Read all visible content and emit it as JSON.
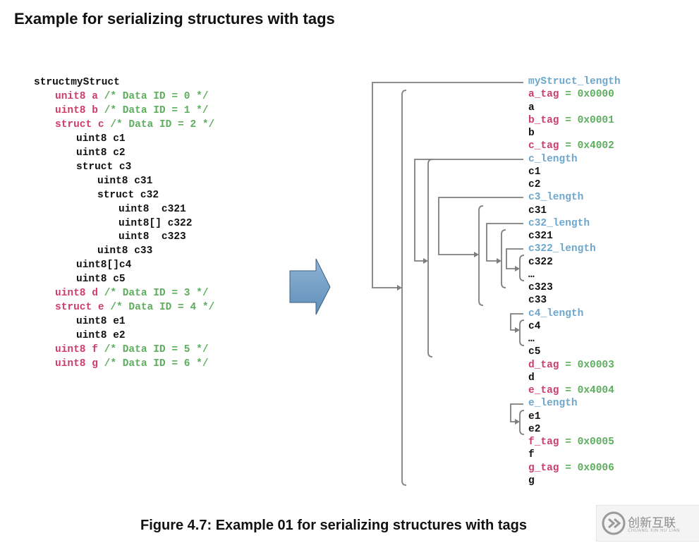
{
  "title": "Example for serializing structures with tags",
  "caption": "Figure 4.7: Example 01 for serializing structures with tags",
  "colors": {
    "type_red": "#cc3d6a",
    "comment_green": "#5fae5f",
    "length_blue": "#6ea7cc",
    "arrow_fill": "#6b98c2",
    "bracket_gray": "#7f7f7f"
  },
  "code": [
    {
      "indent": 0,
      "type": "struct",
      "name": "myStruct",
      "comment": "",
      "colored": false
    },
    {
      "indent": 1,
      "type": "unit8",
      "name": " a",
      "comment": " /* Data ID = 0 */",
      "colored": true
    },
    {
      "indent": 1,
      "type": "uint8",
      "name": " b",
      "comment": " /* Data ID = 1 */",
      "colored": true
    },
    {
      "indent": 1,
      "type": "struct",
      "name": " c",
      "comment": " /* Data ID = 2 */",
      "colored": true
    },
    {
      "indent": 2,
      "type": "uint8",
      "name": " c1",
      "comment": "",
      "colored": false
    },
    {
      "indent": 2,
      "type": "uint8",
      "name": " c2",
      "comment": "",
      "colored": false
    },
    {
      "indent": 2,
      "type": "struct",
      "name": " c3",
      "comment": "",
      "colored": false
    },
    {
      "indent": 3,
      "type": "uint8",
      "name": " c31",
      "comment": "",
      "colored": false
    },
    {
      "indent": 3,
      "type": "struct",
      "name": " c32",
      "comment": "",
      "colored": false
    },
    {
      "indent": 4,
      "type": "uint8",
      "name": "  c321",
      "comment": "",
      "colored": false
    },
    {
      "indent": 4,
      "type": "uint8[]",
      "name": " c322",
      "comment": "",
      "colored": false
    },
    {
      "indent": 4,
      "type": "uint8",
      "name": "  c323",
      "comment": "",
      "colored": false
    },
    {
      "indent": 3,
      "type": "uint8",
      "name": " c33",
      "comment": "",
      "colored": false
    },
    {
      "indent": 2,
      "type": "uint8[]",
      "name": "c4",
      "comment": "",
      "colored": false
    },
    {
      "indent": 2,
      "type": "uint8",
      "name": " c5",
      "comment": "",
      "colored": false
    },
    {
      "indent": 1,
      "type": "uint8",
      "name": " d",
      "comment": " /* Data ID = 3 */",
      "colored": true
    },
    {
      "indent": 1,
      "type": "struct",
      "name": " e",
      "comment": " /* Data ID = 4 */",
      "colored": true
    },
    {
      "indent": 2,
      "type": "uint8",
      "name": " e1",
      "comment": "",
      "colored": false
    },
    {
      "indent": 2,
      "type": "uint8",
      "name": " e2",
      "comment": "",
      "colored": false
    },
    {
      "indent": 1,
      "type": "uint8",
      "name": " f",
      "comment": " /* Data ID = 5 */",
      "colored": true
    },
    {
      "indent": 1,
      "type": "uint8",
      "name": " g",
      "comment": " /* Data ID = 6 */",
      "colored": true
    }
  ],
  "serialized": [
    {
      "kind": "len",
      "text": "myStruct_length"
    },
    {
      "kind": "tag-red",
      "label": "a_tag",
      "value": " = 0x0000"
    },
    {
      "kind": "plain",
      "text": "a"
    },
    {
      "kind": "tag-red",
      "label": "b_tag",
      "value": " = 0x0001"
    },
    {
      "kind": "plain",
      "text": "b"
    },
    {
      "kind": "tag-red",
      "label": "c_tag",
      "value": " = 0x4002"
    },
    {
      "kind": "len",
      "text": "c_length"
    },
    {
      "kind": "plain",
      "text": "c1"
    },
    {
      "kind": "plain",
      "text": "c2"
    },
    {
      "kind": "len",
      "text": "c3_length"
    },
    {
      "kind": "plain",
      "text": "c31"
    },
    {
      "kind": "len",
      "text": "c32_length"
    },
    {
      "kind": "plain",
      "text": "c321"
    },
    {
      "kind": "len",
      "text": "c322_length"
    },
    {
      "kind": "plain",
      "text": "c322"
    },
    {
      "kind": "plain",
      "text": "…"
    },
    {
      "kind": "plain",
      "text": "c323"
    },
    {
      "kind": "plain",
      "text": "c33"
    },
    {
      "kind": "len",
      "text": "c4_length"
    },
    {
      "kind": "plain",
      "text": "c4"
    },
    {
      "kind": "plain",
      "text": "…"
    },
    {
      "kind": "plain",
      "text": "c5"
    },
    {
      "kind": "tag-red",
      "label": "d_tag",
      "value": " = 0x0003"
    },
    {
      "kind": "plain",
      "text": "d"
    },
    {
      "kind": "tag-red",
      "label": "e_tag",
      "value": " = 0x4004"
    },
    {
      "kind": "len",
      "text": "e_length"
    },
    {
      "kind": "plain",
      "text": "e1"
    },
    {
      "kind": "plain",
      "text": "e2"
    },
    {
      "kind": "tag-red",
      "label": "f_tag",
      "value": " = 0x0005"
    },
    {
      "kind": "plain",
      "text": "f"
    },
    {
      "kind": "tag-red",
      "label": "g_tag",
      "value": " = 0x0006"
    },
    {
      "kind": "plain",
      "text": "g"
    }
  ],
  "watermark": {
    "text": "创新互联",
    "subtext": "CHUANG XIN HU LIAN"
  }
}
